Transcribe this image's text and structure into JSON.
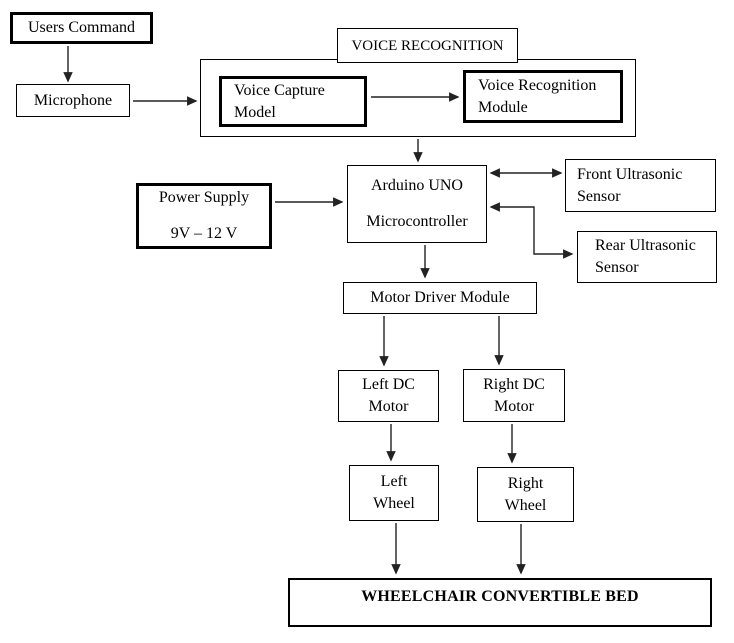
{
  "diagram": {
    "group_title": "VOICE RECOGNITION",
    "nodes": {
      "users_command": {
        "label": "Users Command"
      },
      "microphone": {
        "label": "Microphone"
      },
      "voice_capture": {
        "label": "Voice Capture\nModel"
      },
      "voice_recognition_module": {
        "label": "Voice Recognition\nModule"
      },
      "power_supply": {
        "label": "Power Supply\n\n9V – 12 V"
      },
      "arduino": {
        "label": "Arduino UNO\n\nMicrocontroller"
      },
      "front_sensor": {
        "label": "Front Ultrasonic\nSensor"
      },
      "rear_sensor": {
        "label": "Rear Ultrasonic\nSensor"
      },
      "motor_driver": {
        "label": "Motor Driver Module"
      },
      "left_motor": {
        "label": "Left DC\nMotor"
      },
      "right_motor": {
        "label": "Right DC\nMotor"
      },
      "left_wheel": {
        "label": "Left\nWheel"
      },
      "right_wheel": {
        "label": "Right\nWheel"
      },
      "bed": {
        "label": "WHEELCHAIR CONVERTIBLE BED"
      }
    },
    "edges": [
      {
        "from": "users_command",
        "to": "microphone",
        "type": "arrow"
      },
      {
        "from": "microphone",
        "to": "voice_recognition_group",
        "type": "arrow"
      },
      {
        "from": "voice_capture",
        "to": "voice_recognition_module",
        "type": "arrow"
      },
      {
        "from": "voice_recognition_group",
        "to": "arduino",
        "type": "arrow"
      },
      {
        "from": "power_supply",
        "to": "arduino",
        "type": "arrow"
      },
      {
        "from": "arduino",
        "to": "front_sensor",
        "type": "double-arrow"
      },
      {
        "from": "arduino",
        "to": "rear_sensor",
        "type": "double-arrow-elbow"
      },
      {
        "from": "arduino",
        "to": "motor_driver",
        "type": "arrow"
      },
      {
        "from": "motor_driver",
        "to": "left_motor",
        "type": "arrow"
      },
      {
        "from": "motor_driver",
        "to": "right_motor",
        "type": "arrow"
      },
      {
        "from": "left_motor",
        "to": "left_wheel",
        "type": "arrow"
      },
      {
        "from": "right_motor",
        "to": "right_wheel",
        "type": "arrow"
      },
      {
        "from": "left_wheel",
        "to": "bed",
        "type": "arrow"
      },
      {
        "from": "right_wheel",
        "to": "bed",
        "type": "arrow"
      }
    ],
    "colors": {
      "border": "#000000",
      "background": "#ffffff",
      "text": "#000000",
      "line": "#222222"
    }
  }
}
